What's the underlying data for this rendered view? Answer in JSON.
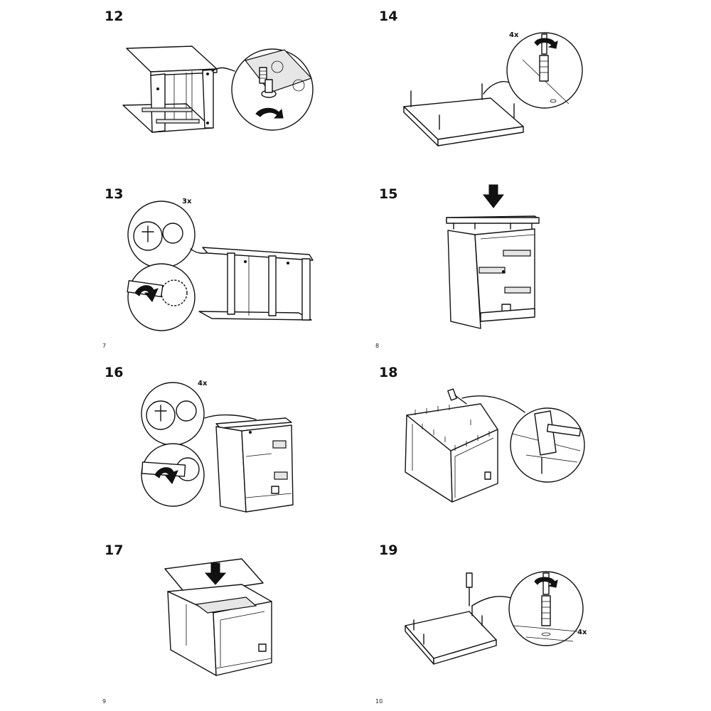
{
  "page": {
    "title": "",
    "page_numbers": {
      "left_top": "7",
      "right_top": "8",
      "left_bottom": "9",
      "right_bottom": "10"
    }
  },
  "steps": [
    {
      "number": "12",
      "quantity": ""
    },
    {
      "number": "13",
      "quantity": "3x"
    },
    {
      "number": "14",
      "quantity": "4x"
    },
    {
      "number": "15",
      "quantity": ""
    },
    {
      "number": "16",
      "quantity": "4x"
    },
    {
      "number": "17",
      "quantity": ""
    },
    {
      "number": "18",
      "quantity": ""
    },
    {
      "number": "19",
      "quantity": "4x"
    }
  ],
  "icons": [
    "screw-icon",
    "cam-lock-icon",
    "arrow-down-icon",
    "hammer-icon",
    "screwdriver-icon",
    "dowel-icon"
  ],
  "colors": {
    "ink": "#111111",
    "paper": "#ffffff"
  }
}
